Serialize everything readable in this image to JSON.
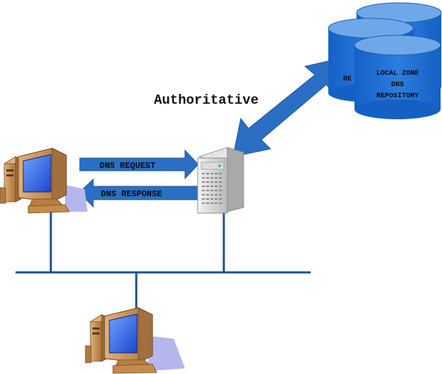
{
  "labels": {
    "authoritative": "Authoritative",
    "dns_request": "DNS REQUEST",
    "dns_response": "DNS RESPONSE",
    "db_line1": "LOCAL ZONE",
    "db_line2": "DNS",
    "db_line3": "REPOSITORY",
    "db_hidden_fragment": "RE"
  },
  "colors": {
    "arrow_blue": "#2a6fc4",
    "arrow_blue_dark": "#1f55a0",
    "db_blue": "#1f6fcf",
    "db_top": "#6fa8e8",
    "network_line": "#1c4f8e",
    "monitor_beige": "#c98e4f",
    "monitor_shadow": "#b6b6ee",
    "server_gray": "#c9c9c9"
  },
  "icons": {
    "client_top": "desktop-computer-icon",
    "client_bottom": "desktop-computer-icon",
    "server": "server-tower-icon",
    "database": "database-cylinder-icon"
  }
}
